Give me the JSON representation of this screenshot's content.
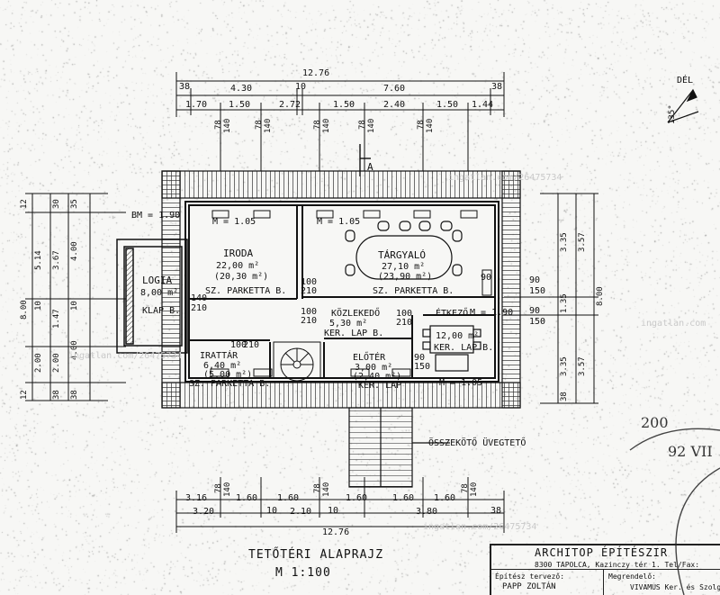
{
  "top_dims": {
    "overall": "12.76",
    "row2": [
      "38",
      "4.30",
      "10",
      "7.60",
      "38"
    ],
    "row3": [
      "1.70",
      "1.50",
      "2.72",
      "1.50",
      "2.40",
      "1.50",
      "1.44"
    ],
    "piers": [
      "78",
      "140",
      "78",
      "140",
      "78",
      "140",
      "78",
      "140",
      "78",
      "140"
    ],
    "section_mark": "A"
  },
  "bottom_dims": {
    "row1": [
      "3.16",
      "78",
      "140",
      "1.60",
      "1.60",
      "78",
      "140",
      "1.60",
      "1.60",
      "1.60",
      "78",
      "140"
    ],
    "row2": [
      "3.20",
      "10",
      "2.10",
      "10",
      "3.80",
      "38"
    ],
    "overall": "12.76"
  },
  "left_dims": [
    "12",
    "30",
    "35",
    "5.14",
    "3.67",
    "4.00",
    "8.00",
    "10",
    "1.47",
    "10",
    "2.00",
    "4.00",
    "2.00",
    "38",
    "12",
    "38"
  ],
  "right_dims": [
    "3.35",
    "3.57",
    "90",
    "150",
    "1.35",
    "8.00",
    "90",
    "150",
    "3.35",
    "3.57",
    "38"
  ],
  "rooms": {
    "iroda": {
      "name": "IRODA",
      "area": "22,00 m²",
      "area2": "(20,30 m²)",
      "floor": "SZ. PARKETTA B."
    },
    "targyalo": {
      "name": "TÁRGYALÓ",
      "area": "27,10 m²",
      "area2": "(23,90 m²)",
      "floor": "SZ. PARKETTA B."
    },
    "logia": {
      "name": "LOGIA",
      "area": "8,00 m²",
      "floor": "KLAP B."
    },
    "kozlekedo": {
      "name": "KÖZLEKEDŐ",
      "area": "5,30 m²",
      "floor": "KER. LAP B."
    },
    "etkezo": {
      "name": "ÉTKEZŐ",
      "area": "12,00 m²",
      "floor": "KER. LAP B."
    },
    "irattar": {
      "name": "IRATTÁR",
      "area": "6,40 m²",
      "area2": "(5,00 m²)",
      "floor": "SZ. PARKETTA B."
    },
    "eloter": {
      "name": "ELŐTÉR",
      "area": "3,00 m²",
      "area2": "(2,40 m²)",
      "floor": "KER. LAP"
    }
  },
  "marks": {
    "bm": "BM = 1.90",
    "m105a": "M = 1.05",
    "m105b": "M = 1.05",
    "m105c": "M = 1.05",
    "d100a": "100",
    "d210a": "210",
    "d100b": "100",
    "d210b": "210",
    "d100c": "100",
    "d210c": "210",
    "d100d": "100",
    "d210d": "210",
    "d140": "140",
    "d210e": "210",
    "d90": "90",
    "m190": "M = 1.90",
    "d90b": "90",
    "d150b": "150"
  },
  "bridge_label": "ÖSSZEKÖTŐ ÜVEGTETŐ",
  "north": {
    "label": "DÉL",
    "angle": "135°"
  },
  "title": "TETŐTÉRI ALAPRAJZ",
  "scale": "M 1:100",
  "title_block": {
    "company": "ARCHITOP ÉPÍTÉSZIR",
    "address": "8300 TAPOLCA, Kazinczy tér 1. Tel/Fax:",
    "designer_label": "Építész tervező:",
    "designer": "PAPP ZOLTÁN",
    "client_label": "Megrendelő:",
    "client": "VIVAMUS Ker. és Szolg."
  },
  "handwriting": [
    "200",
    "92 VII"
  ],
  "watermarks": [
    "ingatlan.com/26475734",
    "ingatlan.com",
    "ingatlan.com/26475734",
    "ingatlan.com/26475734"
  ],
  "colors": {
    "ink": "#1a1a1a",
    "paper": "#f7f7f5",
    "hatch": "#333333"
  }
}
